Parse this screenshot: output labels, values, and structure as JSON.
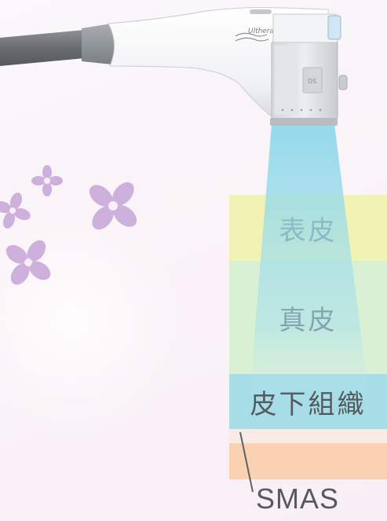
{
  "layers": {
    "epidermis": "表皮",
    "dermis": "真皮",
    "subcutaneous": "皮下組織",
    "smas": "SMAS"
  },
  "device": {
    "logo_text": "Ulthera"
  },
  "colors": {
    "epidermis": "#f1f3b5",
    "dermis": "#d9f0d5",
    "subcutaneous": "#a7dde7",
    "smas": "#fbd2b1",
    "beam": "#9bdcea",
    "flower": "#cdb0dc",
    "text": "#555a60"
  }
}
